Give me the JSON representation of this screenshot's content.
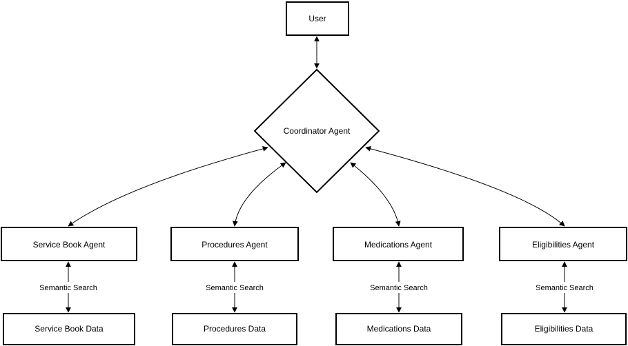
{
  "nodes": {
    "user": "User",
    "coordinator": "Coordinator Agent",
    "service_book_agent": "Service Book Agent",
    "procedures_agent": "Procedures Agent",
    "medications_agent": "Medications Agent",
    "eligibilities_agent": "Eligibilities Agent",
    "service_book_data": "Service Book Data",
    "procedures_data": "Procedures Data",
    "medications_data": "Medications Data",
    "eligibilities_data": "Eligibilities Data"
  },
  "edges": {
    "search_label": "Semantic Search"
  },
  "colors": {
    "stroke": "#000000",
    "fill": "#ffffff"
  }
}
